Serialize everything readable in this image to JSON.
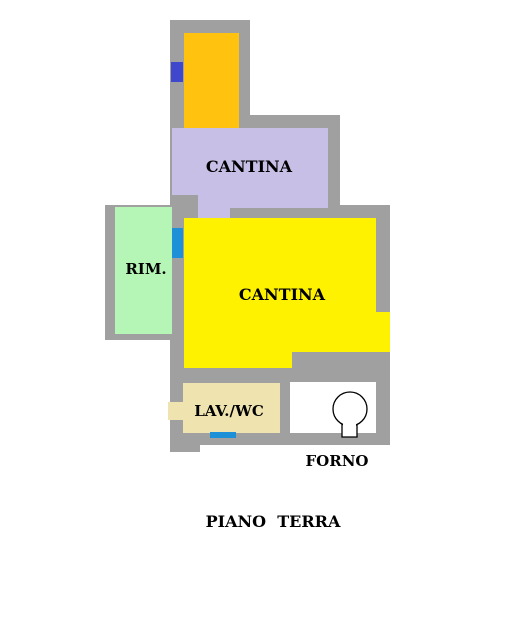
{
  "rooms": {
    "cantina_upper": "CANTINA",
    "cantina_main": "CANTINA",
    "rimessa": "RIM.",
    "lav_wc": "LAV./WC",
    "forno": "FORNO"
  },
  "floor_label": "PIANO  TERRA",
  "colors": {
    "wall": "#a0a0a0",
    "cantina_upper": "#c8bfe7",
    "cantina_main": "#fff200",
    "rimessa": "#b5f5b5",
    "lav_wc": "#efe4b0",
    "stair": "#ffc20e",
    "window_blue": "#1e90d8",
    "door_navy": "#3f48cc"
  }
}
